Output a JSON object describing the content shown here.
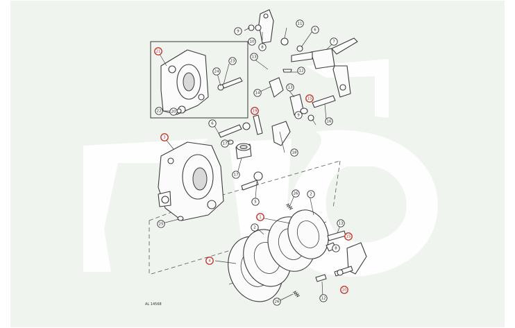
{
  "diagram": {
    "highlight_color": "#c0392b",
    "drawing_code": "AL 14568",
    "callouts": [
      {
        "id": "c9a",
        "label": "9",
        "hl": false
      },
      {
        "id": "c10",
        "label": "10",
        "hl": false
      },
      {
        "id": "c8a",
        "label": "8",
        "hl": false
      },
      {
        "id": "c11",
        "label": "11",
        "hl": false
      },
      {
        "id": "c6a",
        "label": "6",
        "hl": false
      },
      {
        "id": "c7",
        "label": "7",
        "hl": false
      },
      {
        "id": "c21",
        "label": "21",
        "hl": true
      },
      {
        "id": "c13a",
        "label": "13",
        "hl": false
      },
      {
        "id": "c23",
        "label": "23",
        "hl": false
      },
      {
        "id": "c24",
        "label": "24",
        "hl": false
      },
      {
        "id": "c12a",
        "label": "12",
        "hl": false
      },
      {
        "id": "c14",
        "label": "14",
        "hl": false
      },
      {
        "id": "c13b",
        "label": "13",
        "hl": false
      },
      {
        "id": "c15a",
        "label": "15",
        "hl": true
      },
      {
        "id": "c9b",
        "label": "9",
        "hl": false
      },
      {
        "id": "c20",
        "label": "20",
        "hl": false
      },
      {
        "id": "c22",
        "label": "22",
        "hl": false
      },
      {
        "id": "c19",
        "label": "19",
        "hl": true
      },
      {
        "id": "c16",
        "label": "16",
        "hl": false
      },
      {
        "id": "c6b",
        "label": "6",
        "hl": false
      },
      {
        "id": "c17a",
        "label": "17",
        "hl": false
      },
      {
        "id": "c18",
        "label": "18",
        "hl": false
      },
      {
        "id": "c3",
        "label": "3",
        "hl": true
      },
      {
        "id": "c17b",
        "label": "17",
        "hl": false
      },
      {
        "id": "c5",
        "label": "5",
        "hl": false
      },
      {
        "id": "c26a",
        "label": "26",
        "hl": false
      },
      {
        "id": "c2a",
        "label": "2",
        "hl": false
      },
      {
        "id": "c1",
        "label": "1",
        "hl": true
      },
      {
        "id": "c25",
        "label": "25",
        "hl": false
      },
      {
        "id": "c2b",
        "label": "2",
        "hl": false
      },
      {
        "id": "c13c",
        "label": "13",
        "hl": false
      },
      {
        "id": "c15b",
        "label": "15",
        "hl": true
      },
      {
        "id": "c8b",
        "label": "8",
        "hl": false
      },
      {
        "id": "c4",
        "label": "4",
        "hl": true
      },
      {
        "id": "c12b",
        "label": "12",
        "hl": false
      },
      {
        "id": "c10b",
        "label": "10",
        "hl": true
      },
      {
        "id": "c26b",
        "label": "26",
        "hl": false
      }
    ]
  }
}
